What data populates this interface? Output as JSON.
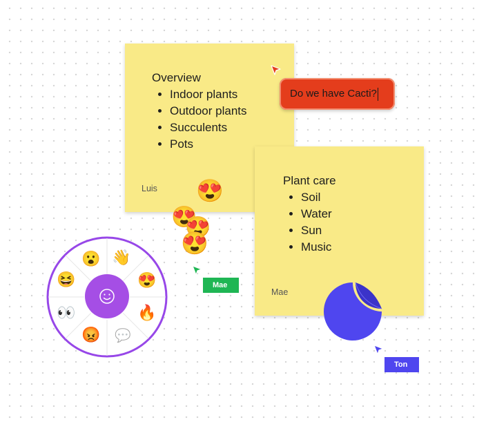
{
  "canvas": {
    "sticky_notes": [
      {
        "title": "Overview",
        "items": [
          "Indoor plants",
          "Outdoor plants",
          "Succulents",
          "Pots"
        ],
        "author": "Luis"
      },
      {
        "title": "Plant care",
        "items": [
          "Soil",
          "Water",
          "Sun",
          "Music"
        ],
        "author": "Mae"
      }
    ],
    "speech_bubble": {
      "text": "Do we have Cacti?",
      "color": "#e43d1c"
    },
    "reactions": [
      {
        "emoji": "😍",
        "icon": "heart-eyes-emoji"
      },
      {
        "emoji": "😍",
        "icon": "heart-eyes-emoji"
      },
      {
        "emoji": "😍",
        "icon": "heart-eyes-emoji"
      },
      {
        "emoji": "😍",
        "icon": "heart-eyes-emoji"
      }
    ],
    "cursors": [
      {
        "name": "",
        "color": "#e43d1c"
      },
      {
        "name": "Mae",
        "color": "#1fb654"
      },
      {
        "name": "Ton",
        "color": "#4f46ef"
      }
    ],
    "sticker": {
      "icon": "circle-sticker-icon",
      "color": "#4f46ef"
    }
  },
  "emoji_wheel": {
    "ring_color": "#9747e8",
    "center_icon": "smiley-icon",
    "center_color": "#a54ee5",
    "segments": [
      {
        "emoji": "😮",
        "icon": "surprised-emoji"
      },
      {
        "emoji": "👋",
        "icon": "waving-hand-emoji"
      },
      {
        "emoji": "😍",
        "icon": "heart-eyes-emoji"
      },
      {
        "emoji": "🔥",
        "icon": "fire-emoji"
      },
      {
        "emoji": "💬",
        "icon": "speech-balloon-icon"
      },
      {
        "emoji": "😡",
        "icon": "angry-face-emoji"
      },
      {
        "emoji": "👀",
        "icon": "eyes-emoji"
      },
      {
        "emoji": "😆",
        "icon": "laughing-emoji"
      }
    ]
  }
}
